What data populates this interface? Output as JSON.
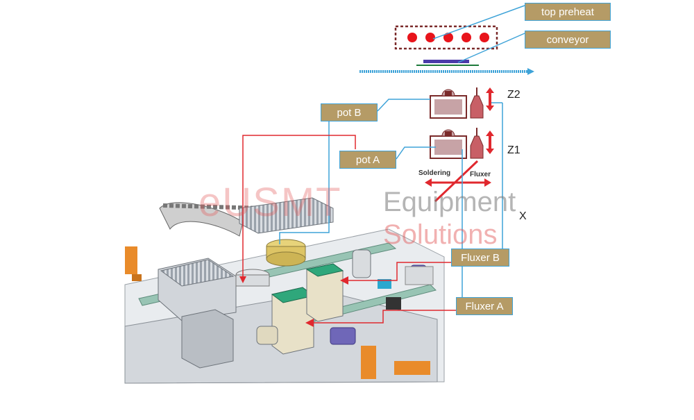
{
  "callouts": {
    "top_preheat": "top preheat",
    "conveyor": "conveyor",
    "pot_b": "pot B",
    "pot_a": "pot A",
    "fluxer_b": "Fluxer B",
    "fluxer_a": "Fluxer A"
  },
  "axis_labels": {
    "z2": "Z2",
    "z1": "Z1",
    "x": "X"
  },
  "motion_labels": {
    "soldering": "Soldering",
    "fluxer": "Fluxer"
  },
  "watermark": {
    "brand": "eUSMT",
    "line1": "Equipment",
    "line2": "Solutions"
  },
  "colors": {
    "callout_fill": "#b59b66",
    "callout_border": "#3ea3d8",
    "leader_line": "#3ea3d8",
    "signal_red": "#e0282e",
    "heater_dot": "#e8141b",
    "unit_fill": "#c7a3a6",
    "unit_stroke": "#7a2a2a"
  }
}
